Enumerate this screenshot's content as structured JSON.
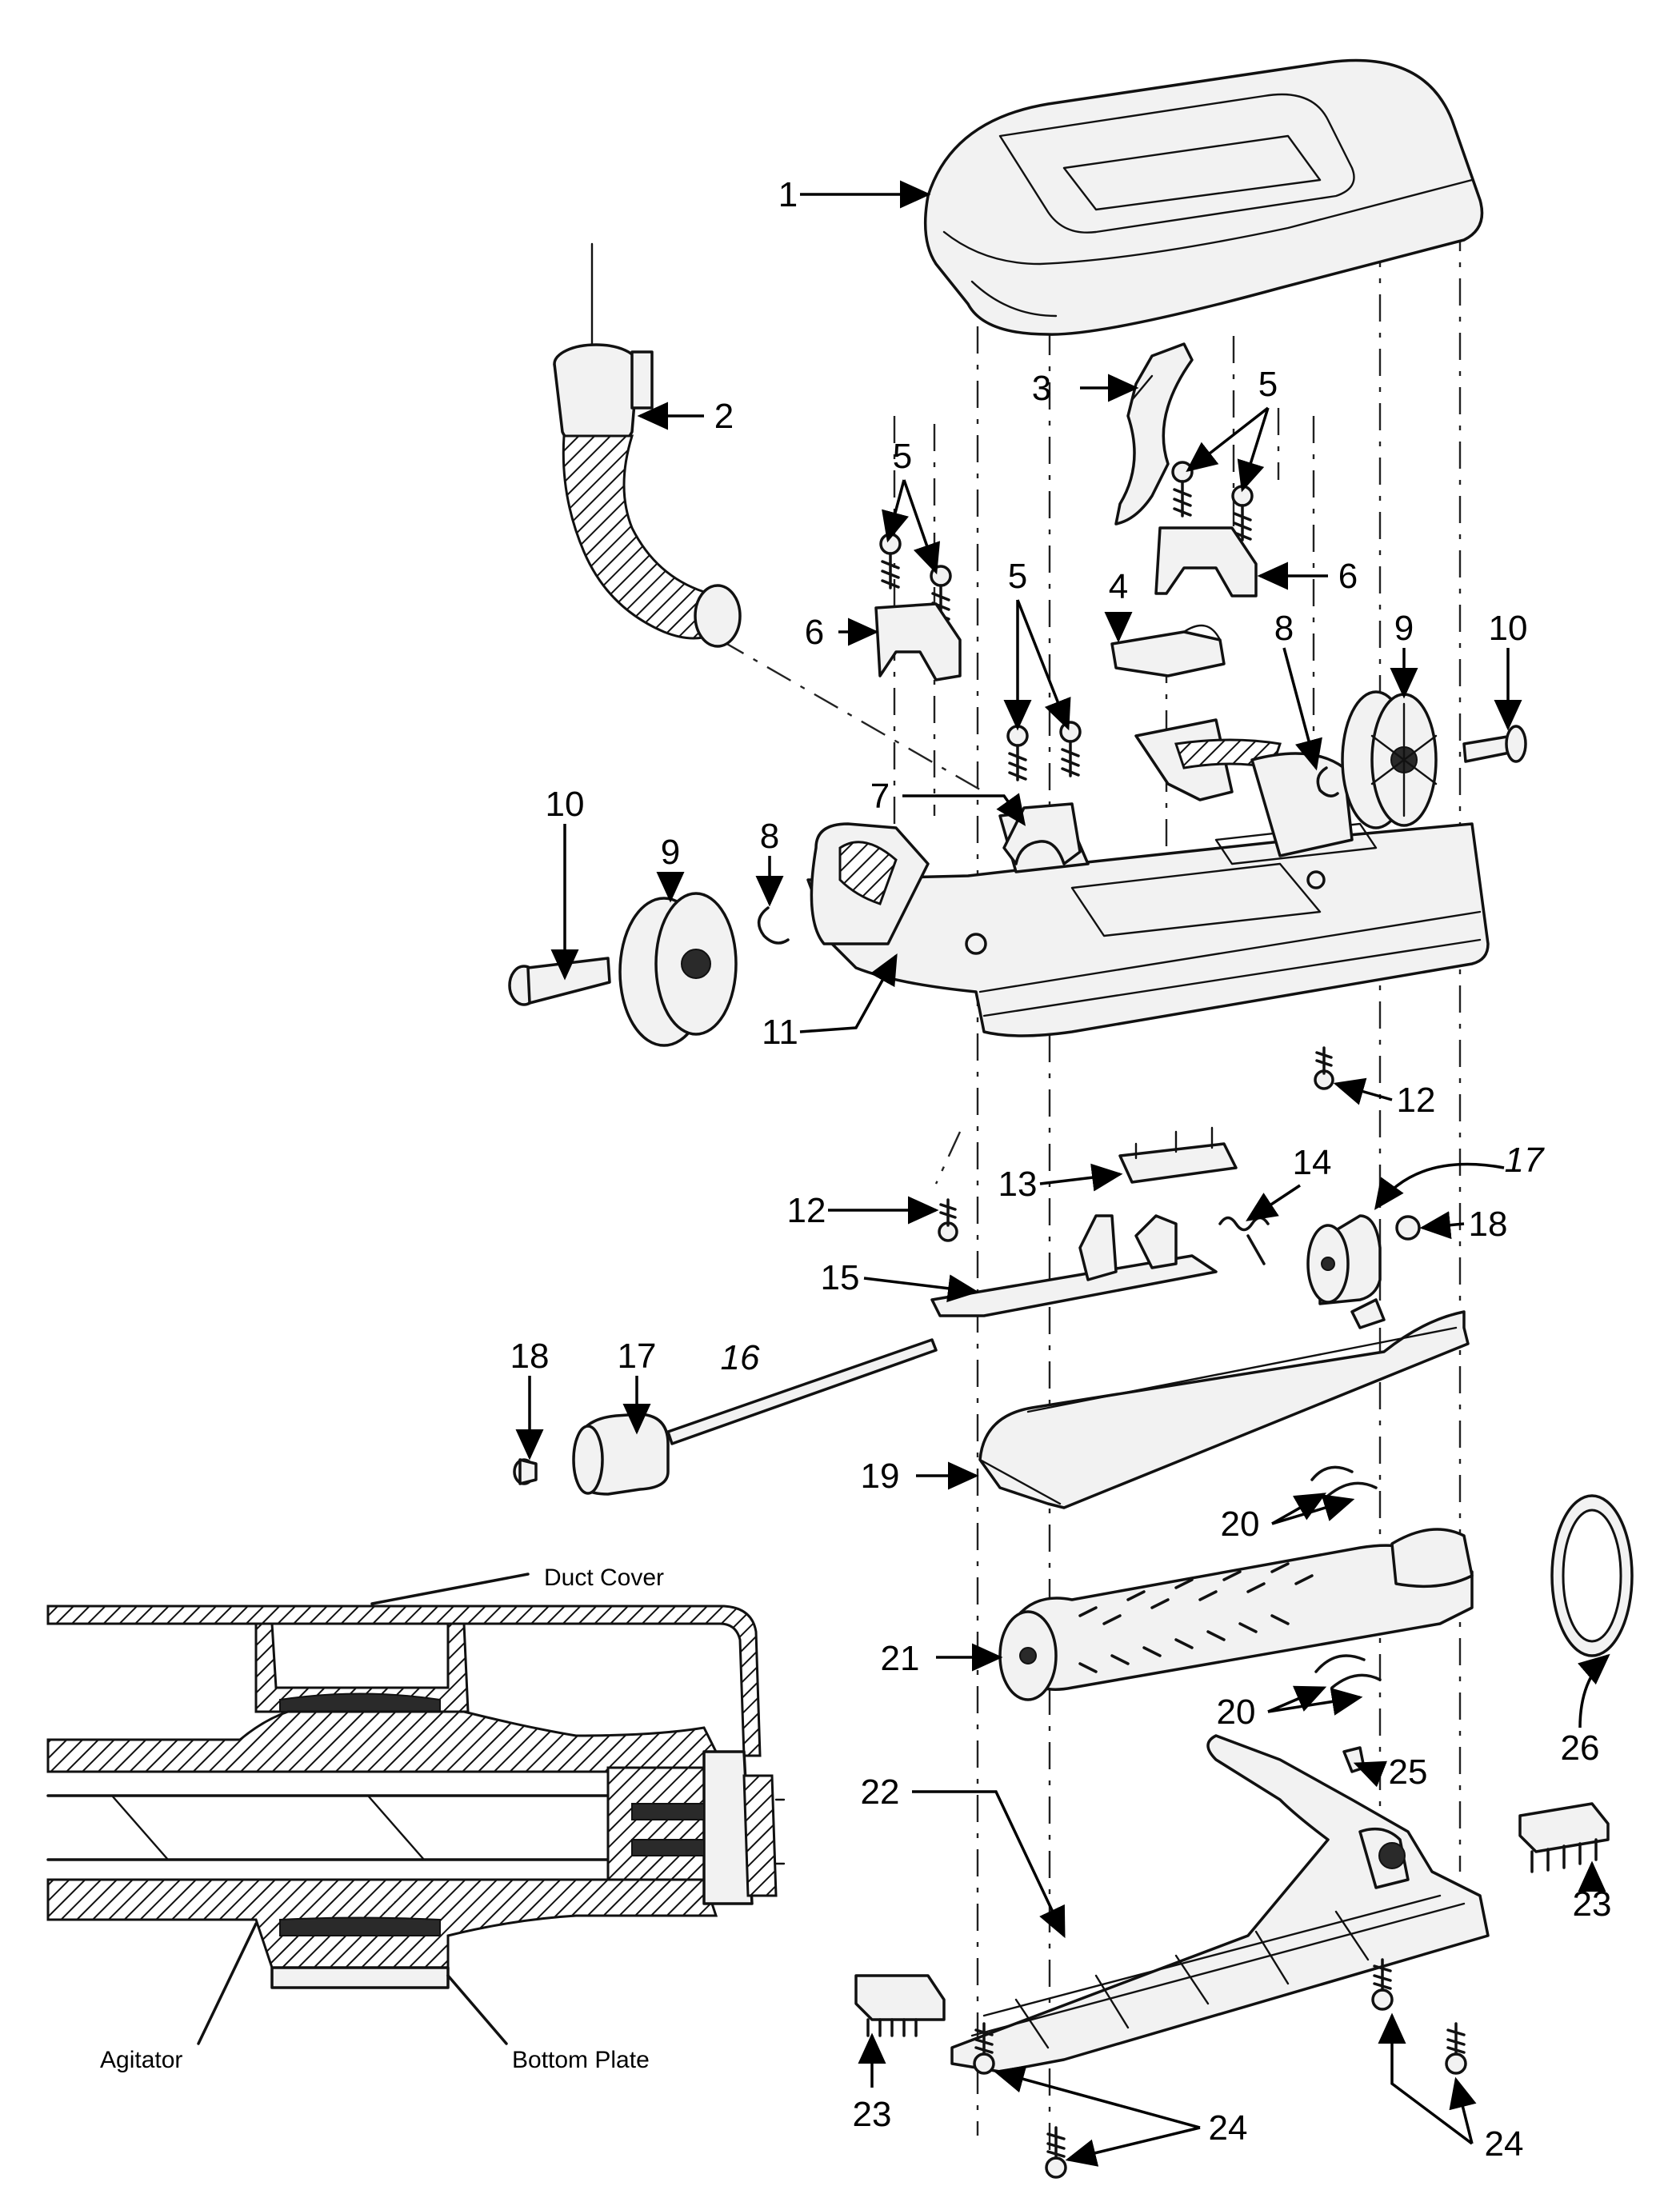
{
  "diagram": {
    "callouts": [
      "1",
      "2",
      "3",
      "4",
      "5",
      "5",
      "5",
      "6",
      "6",
      "7",
      "8",
      "8",
      "9",
      "9",
      "10",
      "10",
      "11",
      "12",
      "12",
      "13",
      "14",
      "15",
      "16",
      "17",
      "17",
      "18",
      "18",
      "19",
      "20",
      "20",
      "21",
      "22",
      "23",
      "23",
      "24",
      "24",
      "25",
      "26"
    ],
    "inset_labels": {
      "duct_cover": "Duct Cover",
      "agitator": "Agitator",
      "bottom_plate": "Bottom Plate"
    }
  }
}
